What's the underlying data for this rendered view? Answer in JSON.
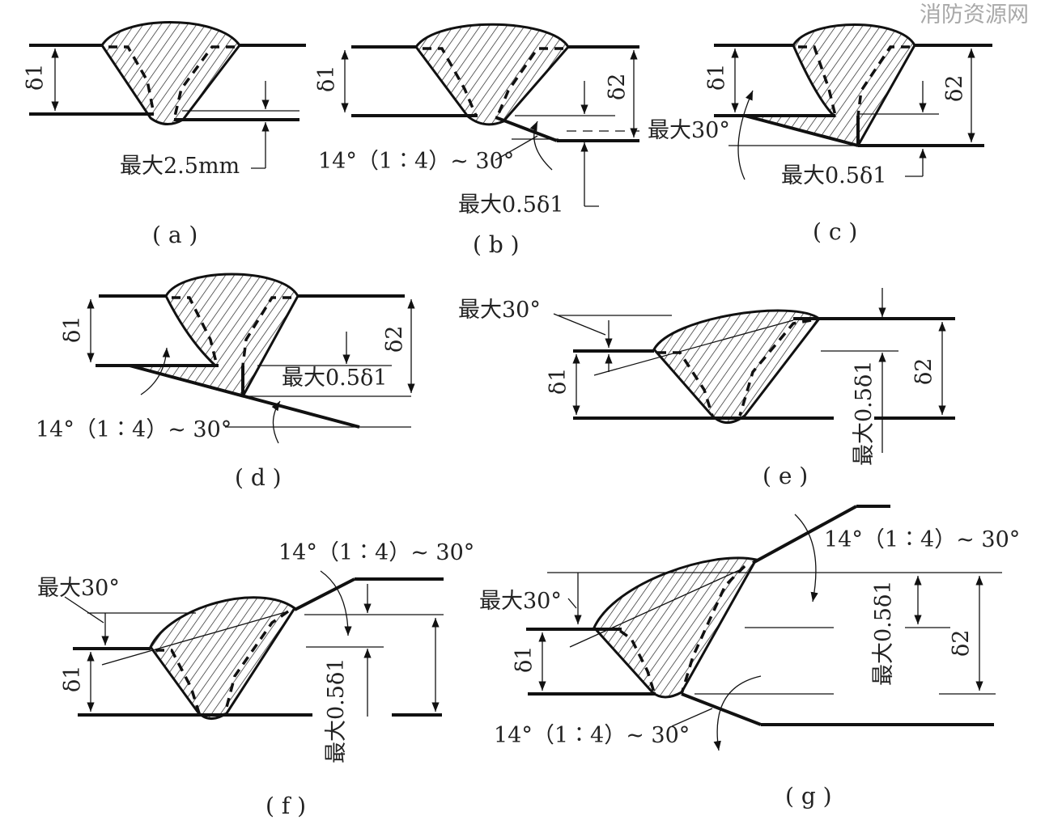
{
  "watermark": "消防资源网",
  "panels": {
    "a": {
      "caption": "( a )",
      "label_delta1": "δ1",
      "label_max": "最大2.5mm"
    },
    "b": {
      "caption": "( b )",
      "label_delta1": "δ1",
      "label_delta2": "δ2",
      "label_angle": "14°（1∶4）~ 30°",
      "label_max30": "最大30°",
      "label_max05": "最大0.5δ1"
    },
    "c": {
      "caption": "( c )",
      "label_delta1": "δ1",
      "label_delta2": "δ2",
      "label_max05": "最大0.5δ1"
    },
    "d": {
      "caption": "( d )",
      "label_delta1": "δ1",
      "label_delta2": "δ2",
      "label_angle": "14°（1∶4）~ 30°",
      "label_max05": "最大0.5δ1"
    },
    "e": {
      "caption": "( e )",
      "label_delta1": "δ1",
      "label_delta2": "δ2",
      "label_max30": "最大30°",
      "label_max05": "最大0.5δ1"
    },
    "f": {
      "caption": "( f )",
      "label_delta1": "δ1",
      "label_angle": "14°（1∶4）~ 30°",
      "label_max30": "最大30°",
      "label_max05": "最大0.5δ1"
    },
    "g": {
      "caption": "( g )",
      "label_delta1": "δ1",
      "label_delta2": "δ2",
      "label_angle_top": "14°（1∶4）~ 30°",
      "label_angle_bottom": "14°（1∶4）~ 30°",
      "label_max30": "最大30°",
      "label_max05": "最大0.5δ1"
    }
  }
}
